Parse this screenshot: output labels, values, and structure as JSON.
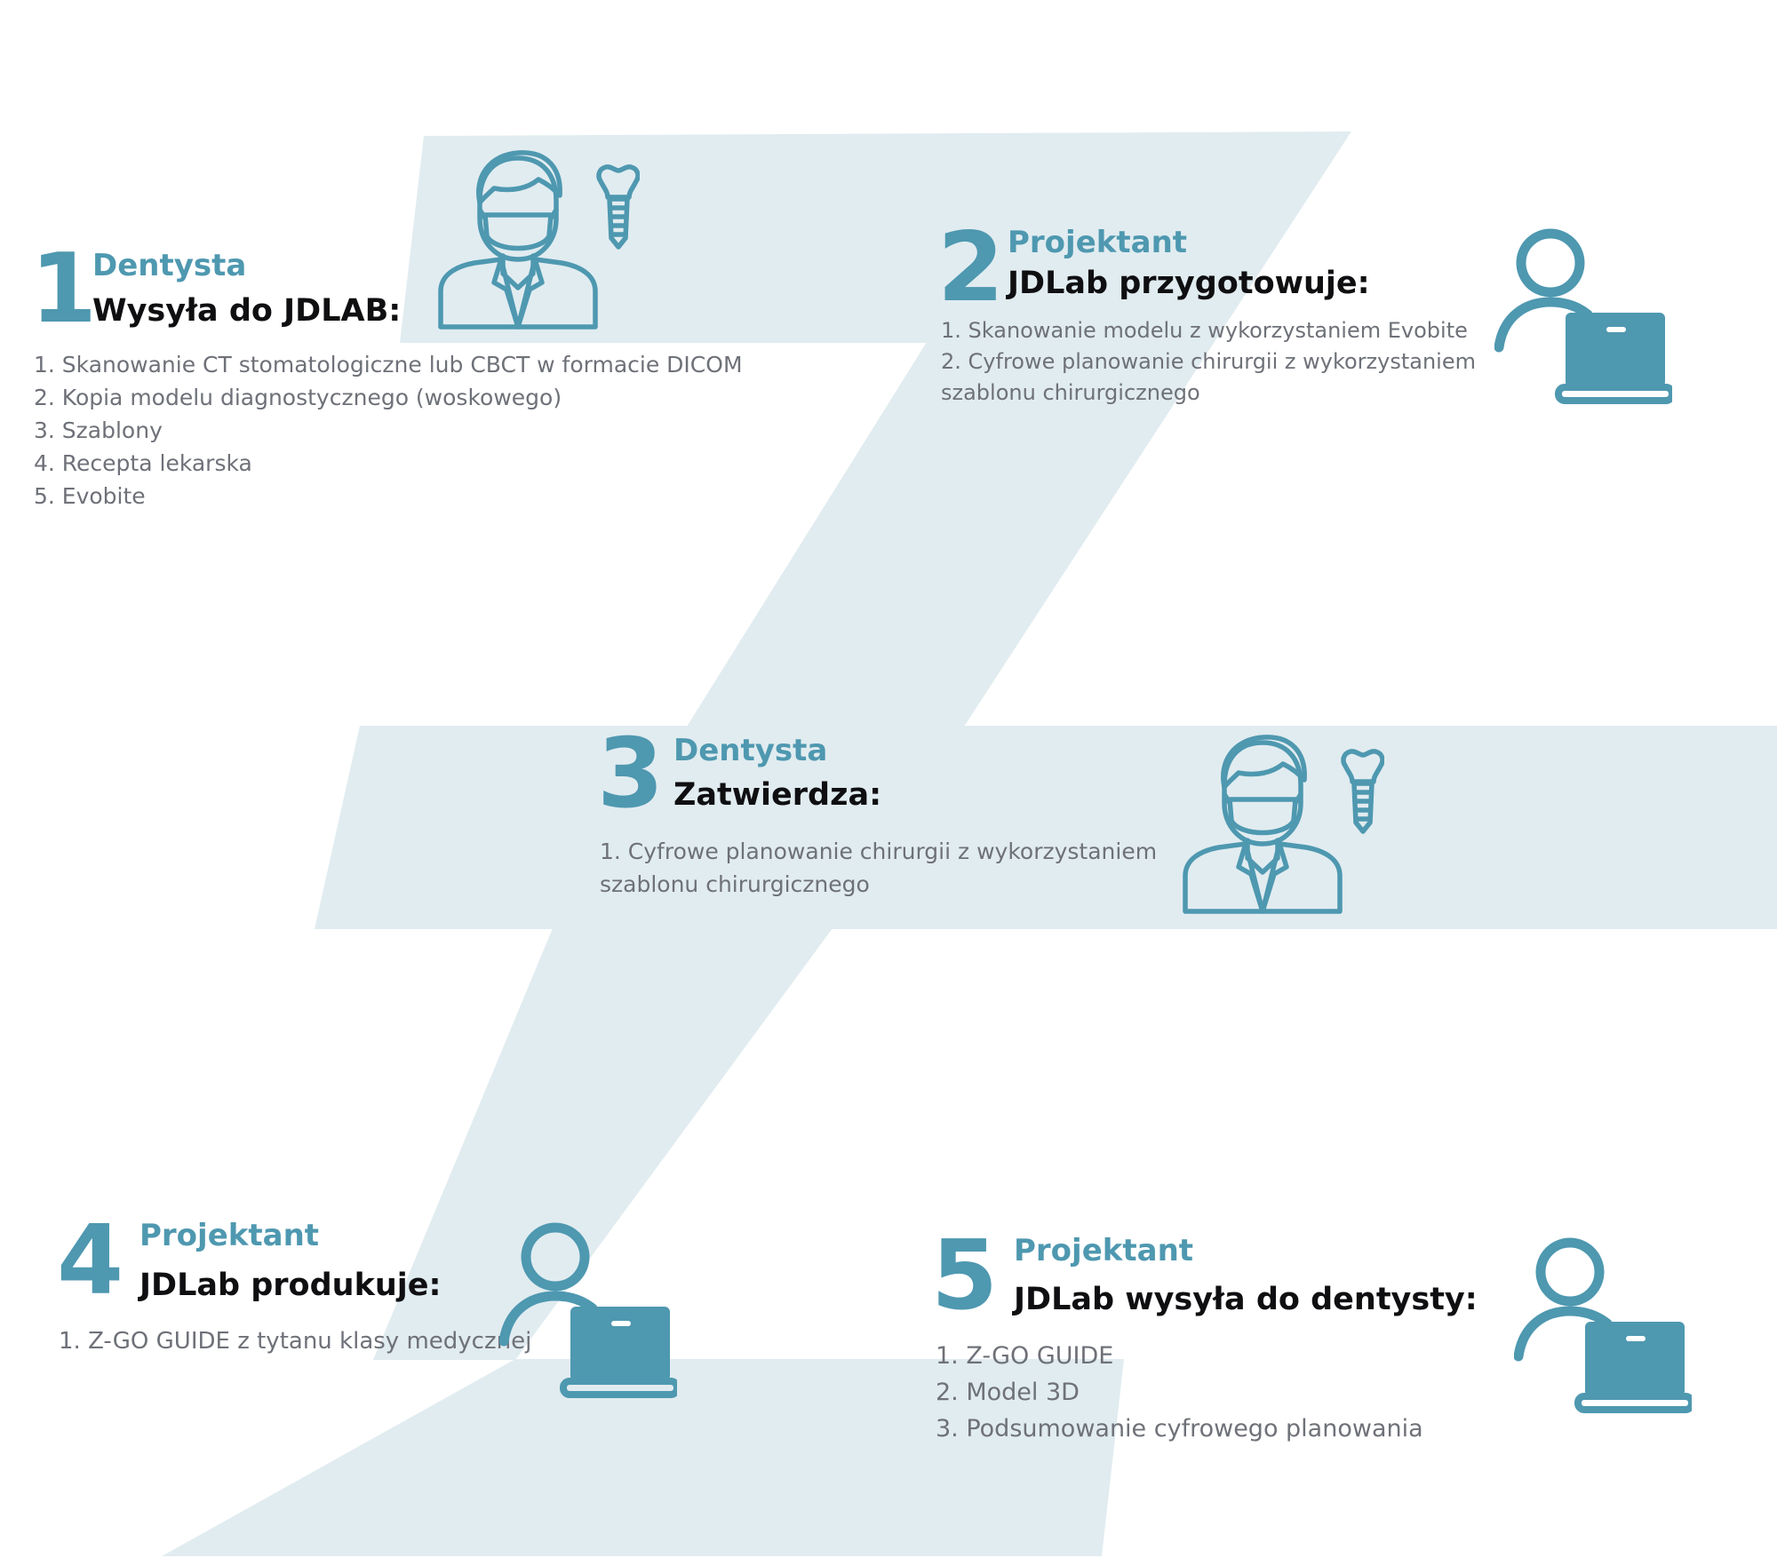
{
  "colors": {
    "accent": "#4e98b0",
    "z_background": "#e1ecf0",
    "heading": "#0f0f12",
    "body_text": "#6e7178"
  },
  "steps": [
    {
      "number": "1",
      "role": "Dentysta",
      "action": "Wysyła do JDLAB:",
      "icon": "dentist-with-implant-icon",
      "items": [
        "1. Skanowanie CT stomatologiczne lub CBCT w formacie DICOM",
        "2. Kopia modelu diagnostycznego (woskowego)",
        "3. Szablony",
        "4. Recepta lekarska",
        "5. Evobite"
      ]
    },
    {
      "number": "2",
      "role": "Projektant",
      "action": "JDLab przygotowuje:",
      "icon": "designer-laptop-icon",
      "items": [
        "1. Skanowanie modelu z wykorzystaniem Evobite",
        "2. Cyfrowe planowanie chirurgii z wykorzystaniem szablonu chirurgicznego"
      ]
    },
    {
      "number": "3",
      "role": "Dentysta",
      "action": "Zatwierdza:",
      "icon": "dentist-with-implant-icon",
      "items": [
        "1. Cyfrowe planowanie chirurgii z wykorzystaniem szablonu chirurgicznego"
      ]
    },
    {
      "number": "4",
      "role": "Projektant",
      "action": "JDLab produkuje:",
      "icon": "designer-laptop-icon",
      "items": [
        "1. Z-GO GUIDE z tytanu klasy medycznej"
      ]
    },
    {
      "number": "5",
      "role": "Projektant",
      "action": "JDLab wysyła do dentysty:",
      "icon": "designer-laptop-icon",
      "items": [
        "1. Z-GO GUIDE",
        "2. Model 3D",
        "3. Podsumowanie cyfrowego planowania"
      ]
    }
  ]
}
